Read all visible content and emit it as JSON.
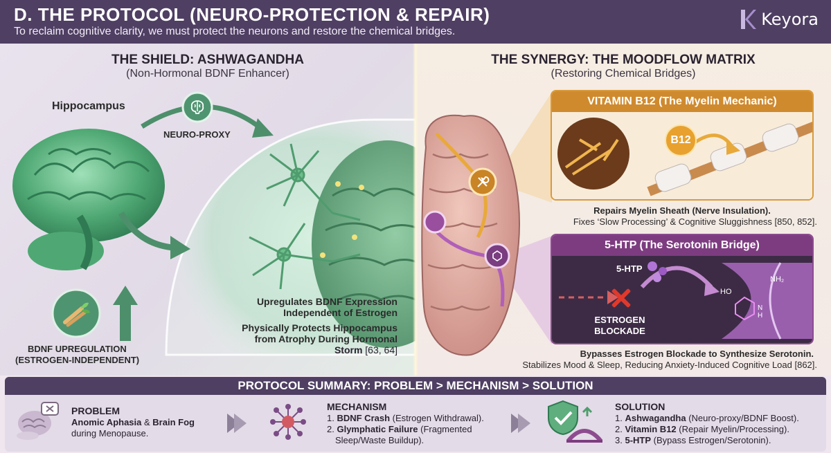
{
  "header": {
    "title": "D. THE PROTOCOL (NEURO-PROTECTION & REPAIR)",
    "subtitle": "To reclaim cognitive clarity, we must protect the neurons and restore the chemical bridges.",
    "brand": "Keyora"
  },
  "left": {
    "title": "THE SHIELD: ASHWAGANDHA",
    "subtitle": "(Non-Hormonal BDNF Enhancer)",
    "hippocampus_label": "Hippocampus",
    "neuro_proxy_label": "NEURO-PROXY",
    "bdnf_line1": "BDNF UPREGULATION",
    "bdnf_line2": "(ESTROGEN-INDEPENDENT)",
    "effect1_line1": "Upregulates BDNF Expression",
    "effect1_line2": "Independent of Estrogen",
    "effect2_line1": "Physically Protects Hippocampus",
    "effect2_line2": "from Atrophy During Hormonal",
    "effect2_line3": "Storm",
    "effect2_ref": "[63, 64]"
  },
  "right": {
    "title": "THE SYNERGY: THE MOODFLOW MATRIX",
    "subtitle": "(Restoring Chemical Bridges)",
    "b12": {
      "header": "VITAMIN B12 (The Myelin Mechanic)",
      "badge": "B12",
      "caption1": "Repairs Myelin Sheath (Nerve Insulation).",
      "caption2": "Fixes ‘Slow Processing’ & Cognitive Sluggishness [850, 852]."
    },
    "htp": {
      "header": "5-HTP (The Serotonin Bridge)",
      "molecule_label": "5-HTP",
      "blockade_line1": "ESTROGEN",
      "blockade_line2": "BLOCKADE",
      "chem_ho": "HO",
      "chem_nh2": "NH₂",
      "chem_h": "H",
      "chem_n": "N",
      "caption1": "Bypasses Estrogen Blockade to Synthesize Serotonin.",
      "caption2": "Stabilizes Mood & Sleep, Reducing Anxiety-Induced Cognitive Load [862]."
    }
  },
  "summary": {
    "title": "PROTOCOL SUMMARY: PROBLEM > MECHANISM > SOLUTION",
    "problem": {
      "title": "PROBLEM",
      "line1_a": "Anomic Aphasia",
      "line1_b": " & ",
      "line1_c": "Brain Fog",
      "line2": "during Menopause."
    },
    "mechanism": {
      "title": "MECHANISM",
      "item1_num": "1. ",
      "item1_bold": "BDNF Crash",
      "item1_rest": " (Estrogen Withdrawal).",
      "item2_num": "2. ",
      "item2_bold": "Glymphatic Failure",
      "item2_rest": " (Fragmented",
      "item2_line2": "Sleep/Waste Buildup)."
    },
    "solution": {
      "title": "SOLUTION",
      "item1_num": "1. ",
      "item1_bold": "Ashwagandha",
      "item1_rest": " (Neuro-proxy/BDNF Boost).",
      "item2_num": "2. ",
      "item2_bold": "Vitamin B12",
      "item2_rest": " (Repair Myelin/Processing).",
      "item3_num": "3. ",
      "item3_bold": "5-HTP",
      "item3_rest": " (Bypass Estrogen/Serotonin)."
    }
  },
  "colors": {
    "header_bg": "#4f3f63",
    "b12_accent": "#cf8a2e",
    "htp_accent": "#7d3c80",
    "brain_green": "#5fae7e",
    "brain_pink": "#d9a59a",
    "blockade_red": "#e0392b"
  },
  "icons": [
    "keyora-logo-icon",
    "brain-icon",
    "ginseng-root-icon",
    "wrench-icon",
    "molecule-icon",
    "brain-fog-icon",
    "neural-network-icon",
    "shield-check-icon",
    "bridge-icon"
  ]
}
